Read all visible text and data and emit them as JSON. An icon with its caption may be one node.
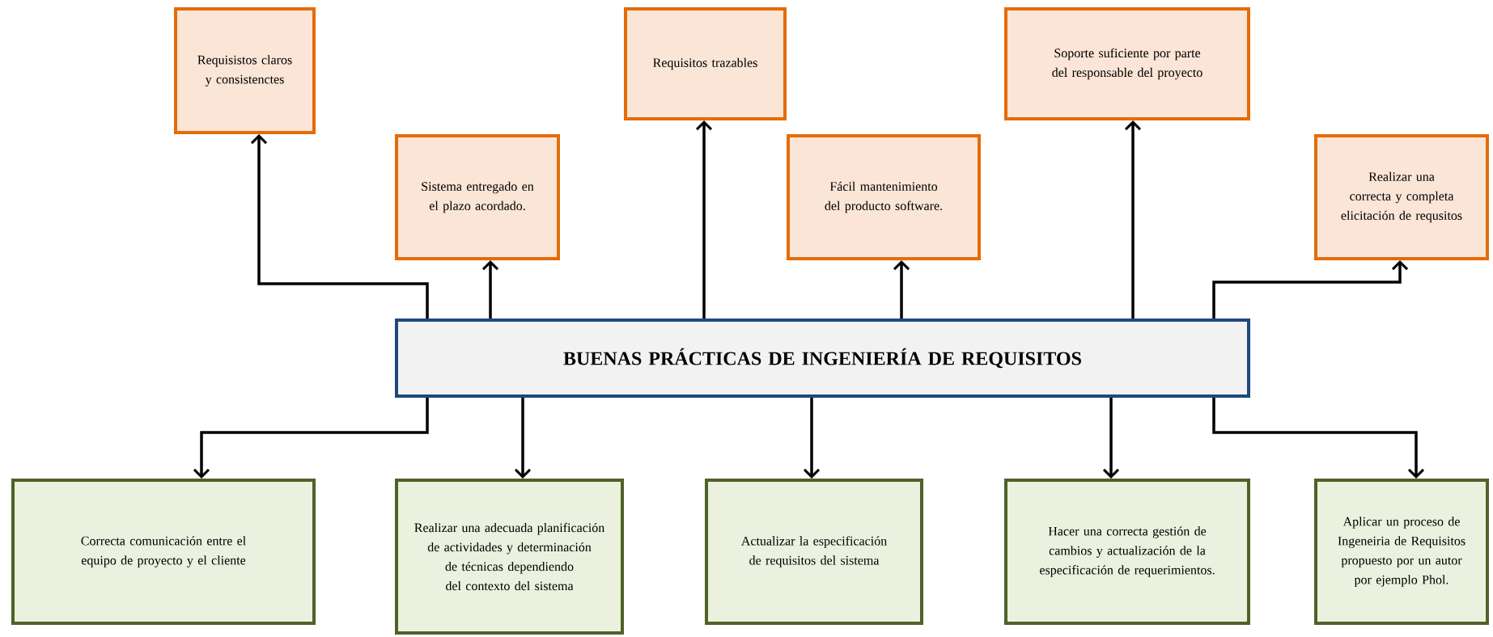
{
  "diagram": {
    "nodes": [
      {
        "text": [
          "BUENAS PRÁCTICAS DE INGENIERÍA DE REQUISITOS"
        ]
      },
      {
        "text": [
          "Requisistos claros y consistenctes"
        ]
      },
      {
        "text": [
          "Sistema entregado en el plazo acordado."
        ]
      },
      {
        "text": [
          "Requisitos trazables"
        ]
      },
      {
        "text": [
          "Fácil mantenimiento del producto software."
        ]
      },
      {
        "text": [
          "Soporte suficiente por parte del responsable del proyecto"
        ]
      },
      {
        "text": [
          "Realizar una correcta y completa elicitación de requsitos"
        ]
      },
      {
        "text": [
          "Correcta comunicación entre el equipo de proyecto y el cliente"
        ]
      },
      {
        "text": [
          "Realizar una adecuada planificación de actividades y determinación de técnicas dependiendo del contexto del sistema"
        ]
      },
      {
        "text": [
          "Actualizar la especificación de requisitos del sistema"
        ]
      },
      {
        "text": [
          "Hacer una correcta gestión de cambios y actualización de la especificación de requerimientos."
        ]
      },
      {
        "text": [
          "Aplicar un proceso de Ingeneiria de Requisitos propuesto por un autor por ejemplo Phol."
        ]
      }
    ],
    "edges": [
      {
        "from": 0,
        "to": 1,
        "arrow": "to"
      },
      {
        "from": 0,
        "to": 2,
        "arrow": "to"
      },
      {
        "from": 0,
        "to": 3,
        "arrow": "to"
      },
      {
        "from": 0,
        "to": 4,
        "arrow": "to"
      },
      {
        "from": 0,
        "to": 5,
        "arrow": "to"
      },
      {
        "from": 0,
        "to": 6,
        "arrow": "to"
      },
      {
        "from": 0,
        "to": 7,
        "arrow": "to"
      },
      {
        "from": 0,
        "to": 8,
        "arrow": "to"
      },
      {
        "from": 0,
        "to": 9,
        "arrow": "to"
      },
      {
        "from": 0,
        "to": 10,
        "arrow": "to"
      },
      {
        "from": 0,
        "to": 11,
        "arrow": "to"
      }
    ]
  }
}
